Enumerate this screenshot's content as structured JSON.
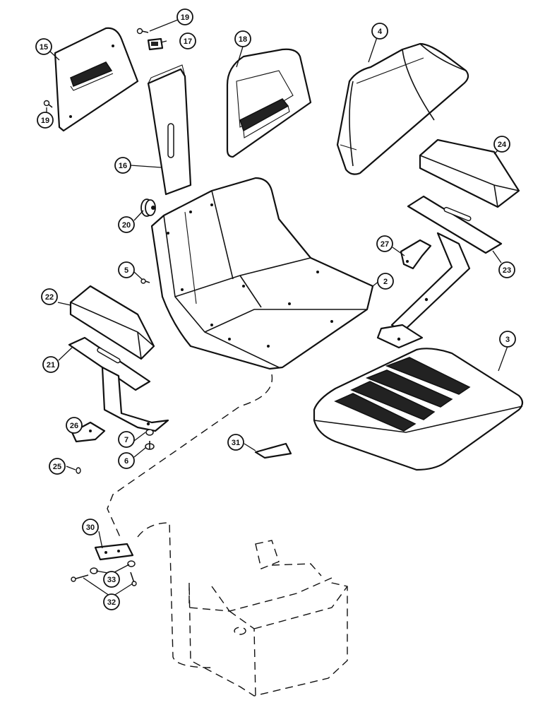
{
  "callouts": [
    {
      "id": "c15",
      "label": "15"
    },
    {
      "id": "c19a",
      "label": "19"
    },
    {
      "id": "c17",
      "label": "17"
    },
    {
      "id": "c18",
      "label": "18"
    },
    {
      "id": "c4",
      "label": "4"
    },
    {
      "id": "c19b",
      "label": "19"
    },
    {
      "id": "c16",
      "label": "16"
    },
    {
      "id": "c24",
      "label": "24"
    },
    {
      "id": "c20",
      "label": "20"
    },
    {
      "id": "c27",
      "label": "27"
    },
    {
      "id": "c23",
      "label": "23"
    },
    {
      "id": "c5",
      "label": "5"
    },
    {
      "id": "c2",
      "label": "2"
    },
    {
      "id": "c22",
      "label": "22"
    },
    {
      "id": "c3",
      "label": "3"
    },
    {
      "id": "c21",
      "label": "21"
    },
    {
      "id": "c26",
      "label": "26"
    },
    {
      "id": "c7",
      "label": "7"
    },
    {
      "id": "c6",
      "label": "6"
    },
    {
      "id": "c31",
      "label": "31"
    },
    {
      "id": "c25",
      "label": "25"
    },
    {
      "id": "c30",
      "label": "30"
    },
    {
      "id": "c33",
      "label": "33"
    },
    {
      "id": "c32",
      "label": "32"
    }
  ],
  "colors": {
    "ink": "#111111",
    "paper": "#ffffff"
  }
}
